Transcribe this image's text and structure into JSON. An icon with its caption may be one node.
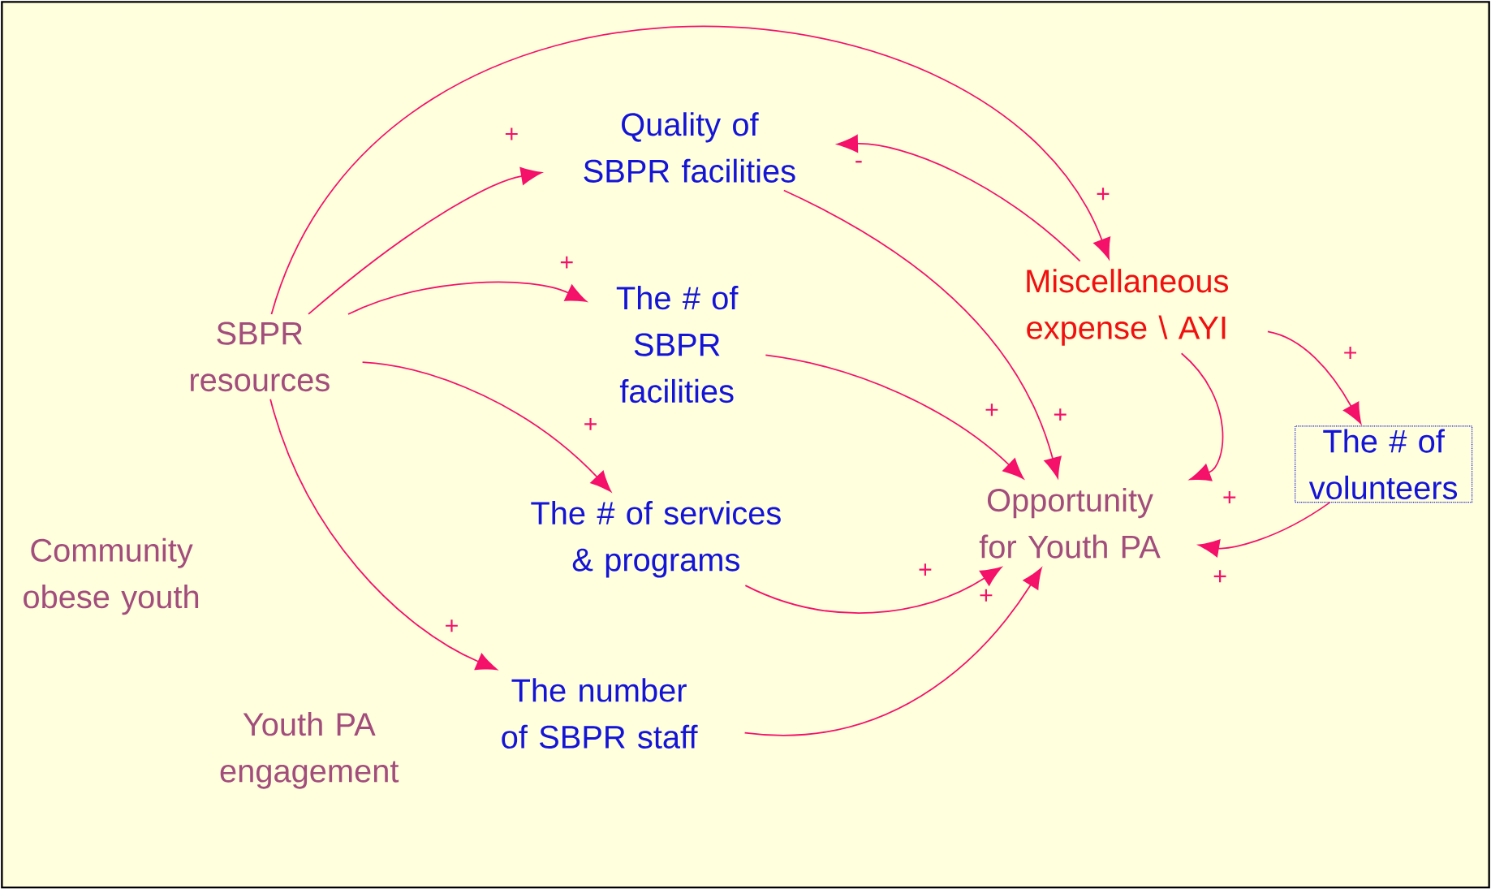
{
  "diagram": {
    "nodes": [
      {
        "text": [
          "SBPR resources"
        ]
      },
      {
        "text": [
          "Quality of SBPR facilities"
        ]
      },
      {
        "text": [
          "The # of SBPR facilities"
        ]
      },
      {
        "text": [
          "The # of services & programs"
        ]
      },
      {
        "text": [
          "The number of SBPR staff"
        ]
      },
      {
        "text": [
          "Miscellaneous expense \\ AYI"
        ]
      },
      {
        "text": [
          "The # of volunteers"
        ]
      },
      {
        "text": [
          "Opportunity for Youth PA"
        ]
      }
    ],
    "edges": [
      {
        "from": 0,
        "to": 1,
        "arrow": "to",
        "label": "+"
      },
      {
        "from": 0,
        "to": 5,
        "arrow": "to",
        "label": "+"
      },
      {
        "from": 0,
        "to": 2,
        "arrow": "to",
        "label": "+"
      },
      {
        "from": 0,
        "to": 3,
        "arrow": "to",
        "label": "+"
      },
      {
        "from": 0,
        "to": 4,
        "arrow": "to",
        "label": "+"
      },
      {
        "from": 5,
        "to": 1,
        "arrow": "to",
        "label": "-"
      },
      {
        "from": 1,
        "to": 7,
        "arrow": "to",
        "label": "+"
      },
      {
        "from": 2,
        "to": 7,
        "arrow": "to",
        "label": "+"
      },
      {
        "from": 3,
        "to": 7,
        "arrow": "to",
        "label": "+"
      },
      {
        "from": 4,
        "to": 7,
        "arrow": "to",
        "label": "+"
      },
      {
        "from": 5,
        "to": 7,
        "arrow": "to",
        "label": "+"
      },
      {
        "from": 5,
        "to": 6,
        "arrow": "to",
        "label": "+"
      },
      {
        "from": 6,
        "to": 7,
        "arrow": "to",
        "label": "+"
      }
    ],
    "labels": [
      "Community obese youth",
      "Youth PA engagement"
    ]
  }
}
